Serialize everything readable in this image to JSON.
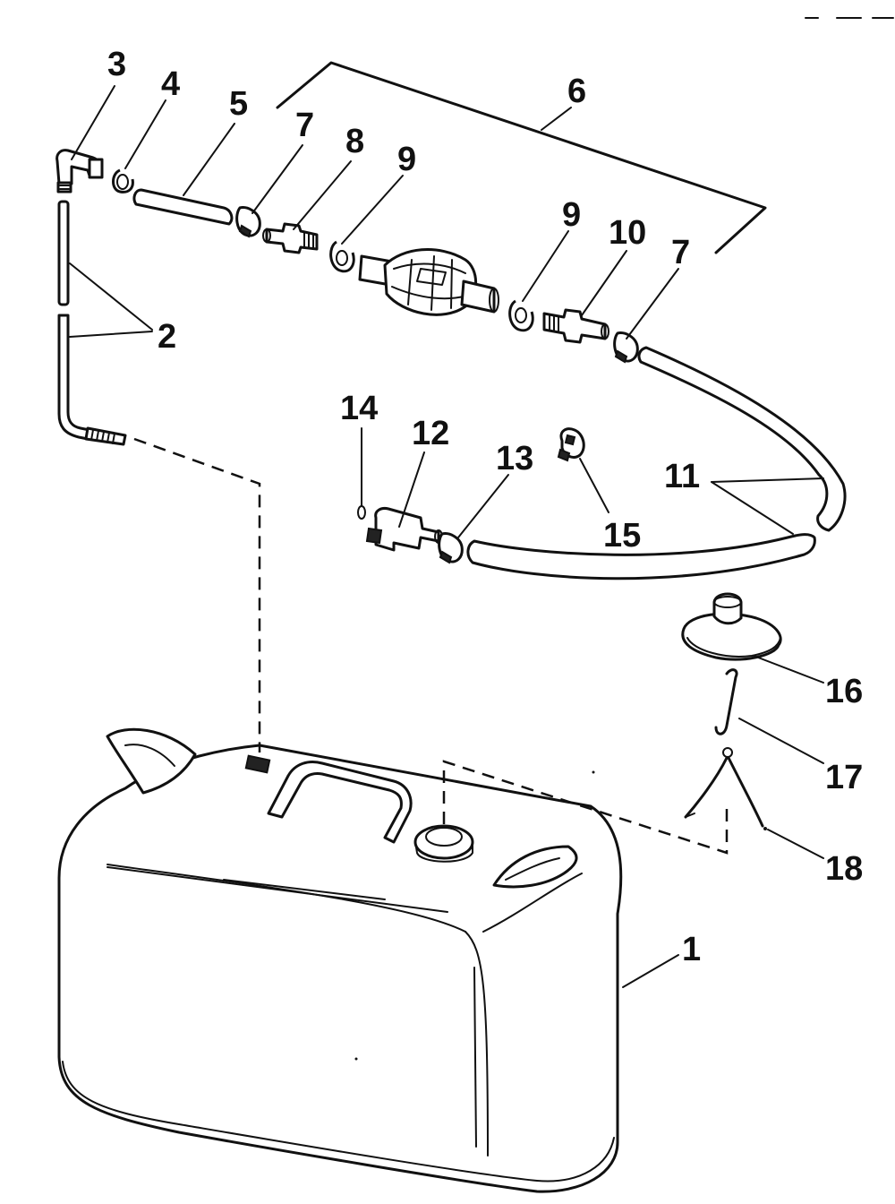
{
  "diagram": {
    "labels": {
      "p1": "1",
      "p2": "2",
      "p3": "3",
      "p4": "4",
      "p5": "5",
      "p6": "6",
      "p7a": "7",
      "p7b": "7",
      "p8": "8",
      "p9a": "9",
      "p9b": "9",
      "p10": "10",
      "p11": "11",
      "p12": "12",
      "p13": "13",
      "p14": "14",
      "p15": "15",
      "p16": "16",
      "p17": "17",
      "p18": "18"
    }
  }
}
